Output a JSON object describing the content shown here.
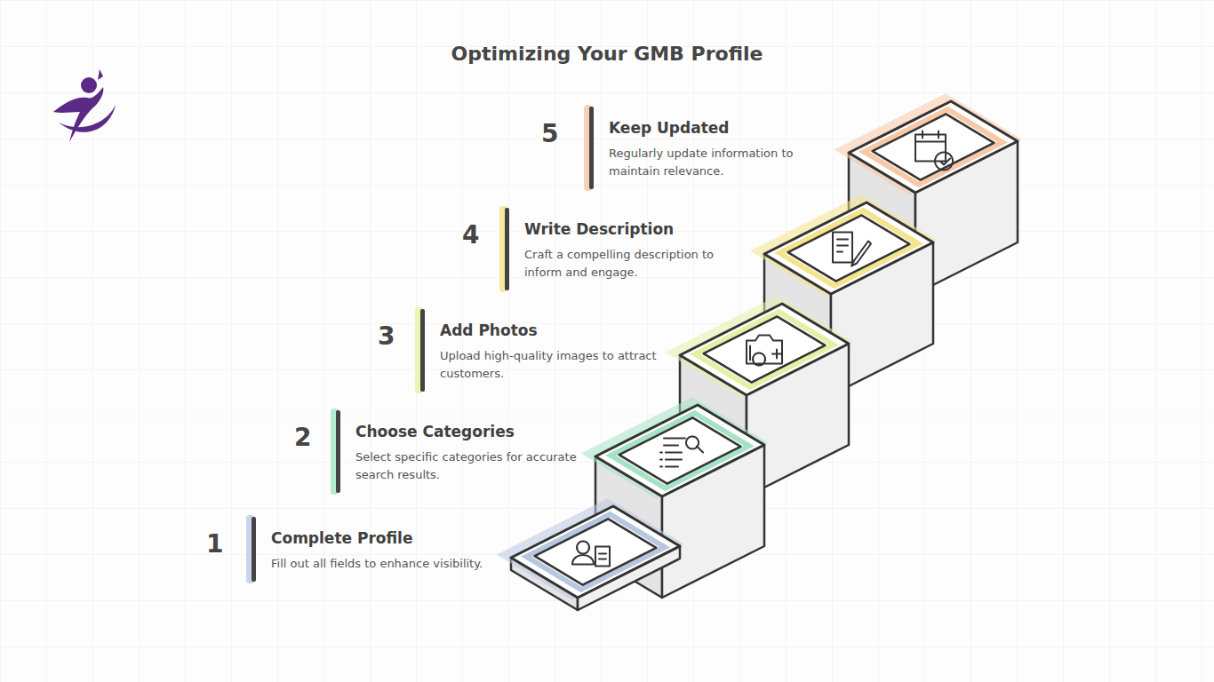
{
  "diagram": {
    "title": "Optimizing Your GMB Profile",
    "nodes": [
      {
        "text": [
          "Complete Profile",
          "Fill out all fields to enhance visibility."
        ]
      },
      {
        "text": [
          "Choose Categories",
          "Select specific categories for accurate search results."
        ]
      },
      {
        "text": [
          "Add Photos",
          "Upload high-quality images to attract customers."
        ]
      },
      {
        "text": [
          "Write Description",
          "Craft a compelling description to inform and engage."
        ]
      },
      {
        "text": [
          "Keep Updated",
          "Regularly update information to maintain relevance."
        ]
      }
    ],
    "labels": [
      "1",
      "2",
      "3",
      "4",
      "5"
    ]
  }
}
